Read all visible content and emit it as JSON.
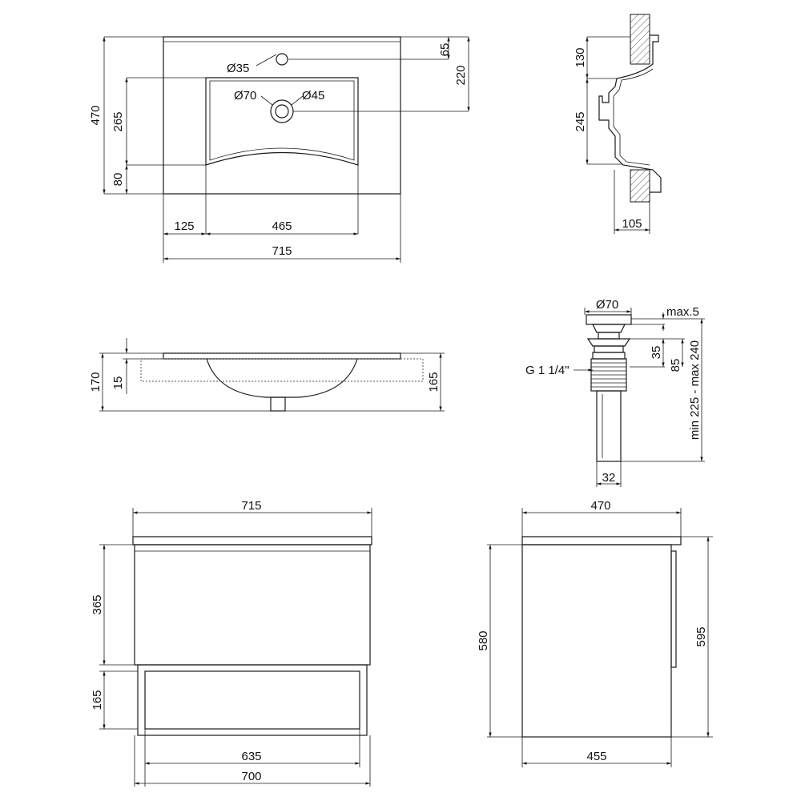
{
  "top_view": {
    "overall_width": "715",
    "overall_depth": "470",
    "tap_hole": "Ø35",
    "overflow": "Ø70",
    "drain": "Ø45",
    "tap_offset": "65",
    "drain_from_back": "220",
    "bowl_length": "265",
    "front_margin": "80",
    "side_margin": "125",
    "bowl_width": "465"
  },
  "side_section": {
    "upper_height": "130",
    "lower_height": "245",
    "depth": "105"
  },
  "front_view": {
    "total_height": "170",
    "rim": "15",
    "bowl_depth": "165"
  },
  "siphon": {
    "cap": "Ø70",
    "lift": "max.5",
    "thread": "G 1 1/4\"",
    "h1": "35",
    "h2": "85",
    "range": "min 225 - max 240",
    "pipe": "32"
  },
  "cabinet_front": {
    "top_width": "715",
    "drawer_height": "365",
    "shelf_height": "165",
    "inner_width": "635",
    "body_width": "700"
  },
  "cabinet_side": {
    "top_depth": "470",
    "body_height": "580",
    "total_height": "595",
    "body_depth": "455"
  }
}
